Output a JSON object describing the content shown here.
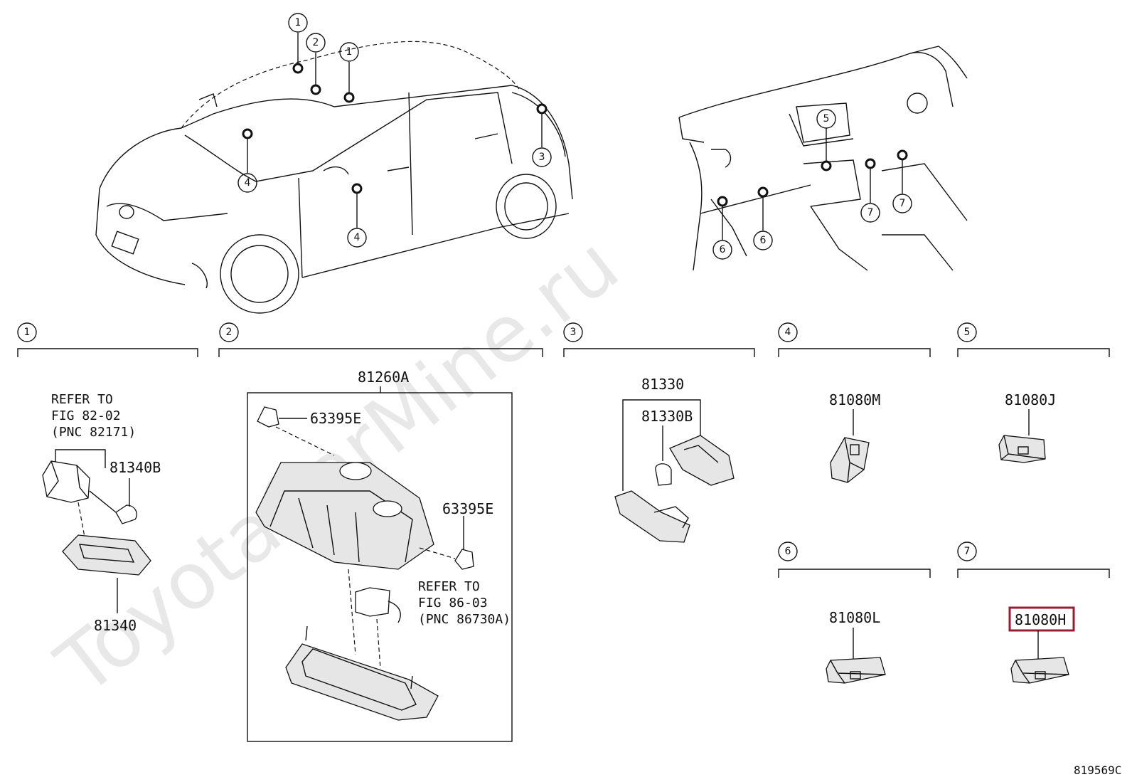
{
  "watermark": "ToyotaCarMine.ru",
  "figure_id": "819569C",
  "callouts": [
    "1",
    "2",
    "3",
    "4",
    "5",
    "6",
    "7"
  ],
  "sections": [
    {
      "num": "1"
    },
    {
      "num": "2"
    },
    {
      "num": "3"
    },
    {
      "num": "4"
    },
    {
      "num": "5"
    },
    {
      "num": "6"
    },
    {
      "num": "7"
    }
  ],
  "refs": {
    "ref1": {
      "line1": "REFER TO",
      "line2": "FIG 82-02",
      "line3": "(PNC 82171)"
    },
    "ref2": {
      "line1": "REFER TO",
      "line2": "FIG 86-03",
      "line3": "(PNC 86730A)"
    }
  },
  "parts": {
    "p81340B": "81340B",
    "p81340": "81340",
    "p81260A": "81260A",
    "p63395E_a": "63395E",
    "p63395E_b": "63395E",
    "p81330": "81330",
    "p81330B": "81330B",
    "p81080M": "81080M",
    "p81080J": "81080J",
    "p81080L": "81080L",
    "p81080H": "81080H"
  },
  "colors": {
    "highlight": "#9b1b30"
  }
}
